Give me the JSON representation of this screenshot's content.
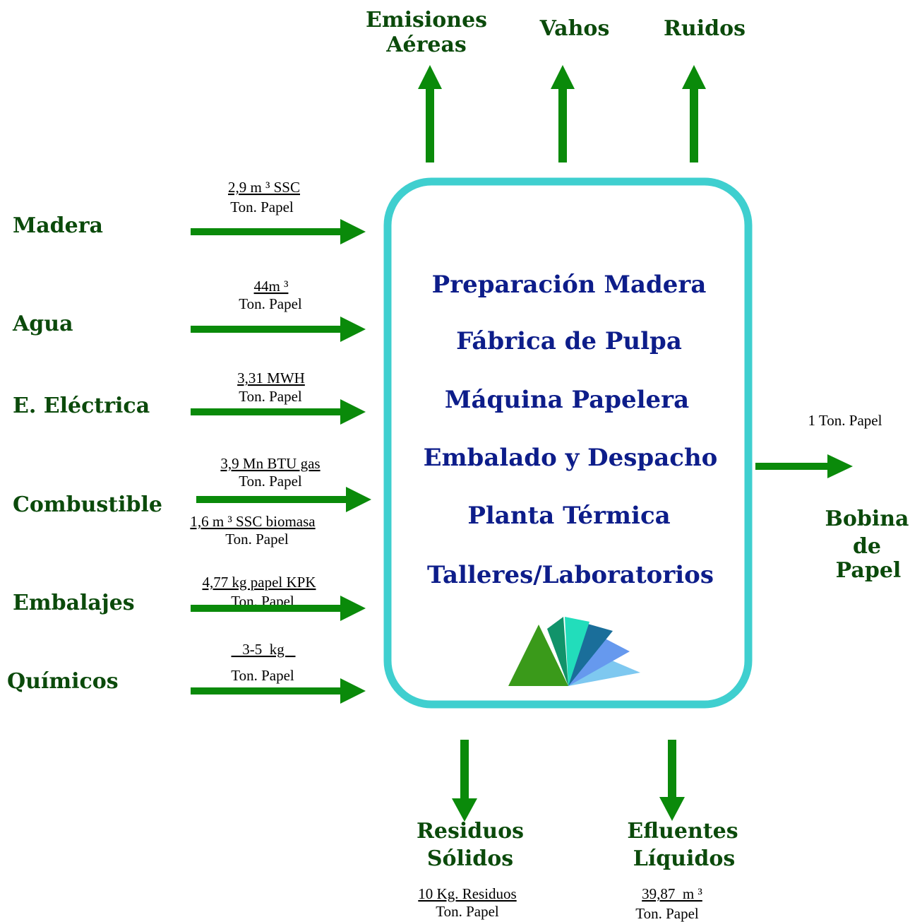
{
  "colors": {
    "arrow": "#0a8a0a",
    "box_border": "#3fcfcf",
    "input_label": "#0b4a0b",
    "process_text": "#0d1d8a"
  },
  "outputs_top": {
    "emisiones_line1": "Emisiones",
    "emisiones_line2": "Aéreas",
    "vahos": "Vahos",
    "ruidos": "Ruidos"
  },
  "inputs": {
    "madera": {
      "label": "Madera",
      "rate_top": "2,9 m ³ SSC",
      "rate_bottom": "Ton. Papel"
    },
    "agua": {
      "label": "Agua",
      "rate_top": "44m ³",
      "rate_bottom": "Ton. Papel"
    },
    "electrica": {
      "label": "E. Eléctrica",
      "rate_top": "3,31 MWH",
      "rate_bottom": "Ton. Papel"
    },
    "combustible": {
      "label": "Combustible",
      "rate_top": "3,9 Mn BTU gas",
      "rate_bottom": "Ton. Papel",
      "rate2_top": "1,6  m ³ SSC biomasa",
      "rate2_bottom": "Ton. Papel"
    },
    "embalajes": {
      "label": "Embalajes",
      "rate_top": "4,77 kg papel KPK",
      "rate_bottom": "Ton. Papel"
    },
    "quimicos": {
      "label": "Químicos",
      "rate_top": "   3-5  kg   ",
      "rate_bottom": "Ton. Papel"
    }
  },
  "process": {
    "items": [
      "Preparación Madera",
      "Fábrica de Pulpa",
      "Máquina Papelera",
      "Embalado y Despacho",
      "Planta Térmica",
      "Talleres/Laboratorios"
    ]
  },
  "output_right": {
    "rate": "1 Ton. Papel",
    "line1": "Bobina",
    "line2": "de",
    "line3": "Papel"
  },
  "outputs_bottom": {
    "residuos": {
      "line1": "Residuos",
      "line2": "Sólidos",
      "rate_top": "10 Kg. Residuos",
      "rate_bottom": "Ton. Papel"
    },
    "efluentes": {
      "line1": "Efluentes",
      "line2": "Líquidos",
      "rate_top": "39,87  m ³",
      "rate_bottom": "Ton. Papel"
    }
  },
  "icons": [
    "paper-fan-logo-icon"
  ]
}
